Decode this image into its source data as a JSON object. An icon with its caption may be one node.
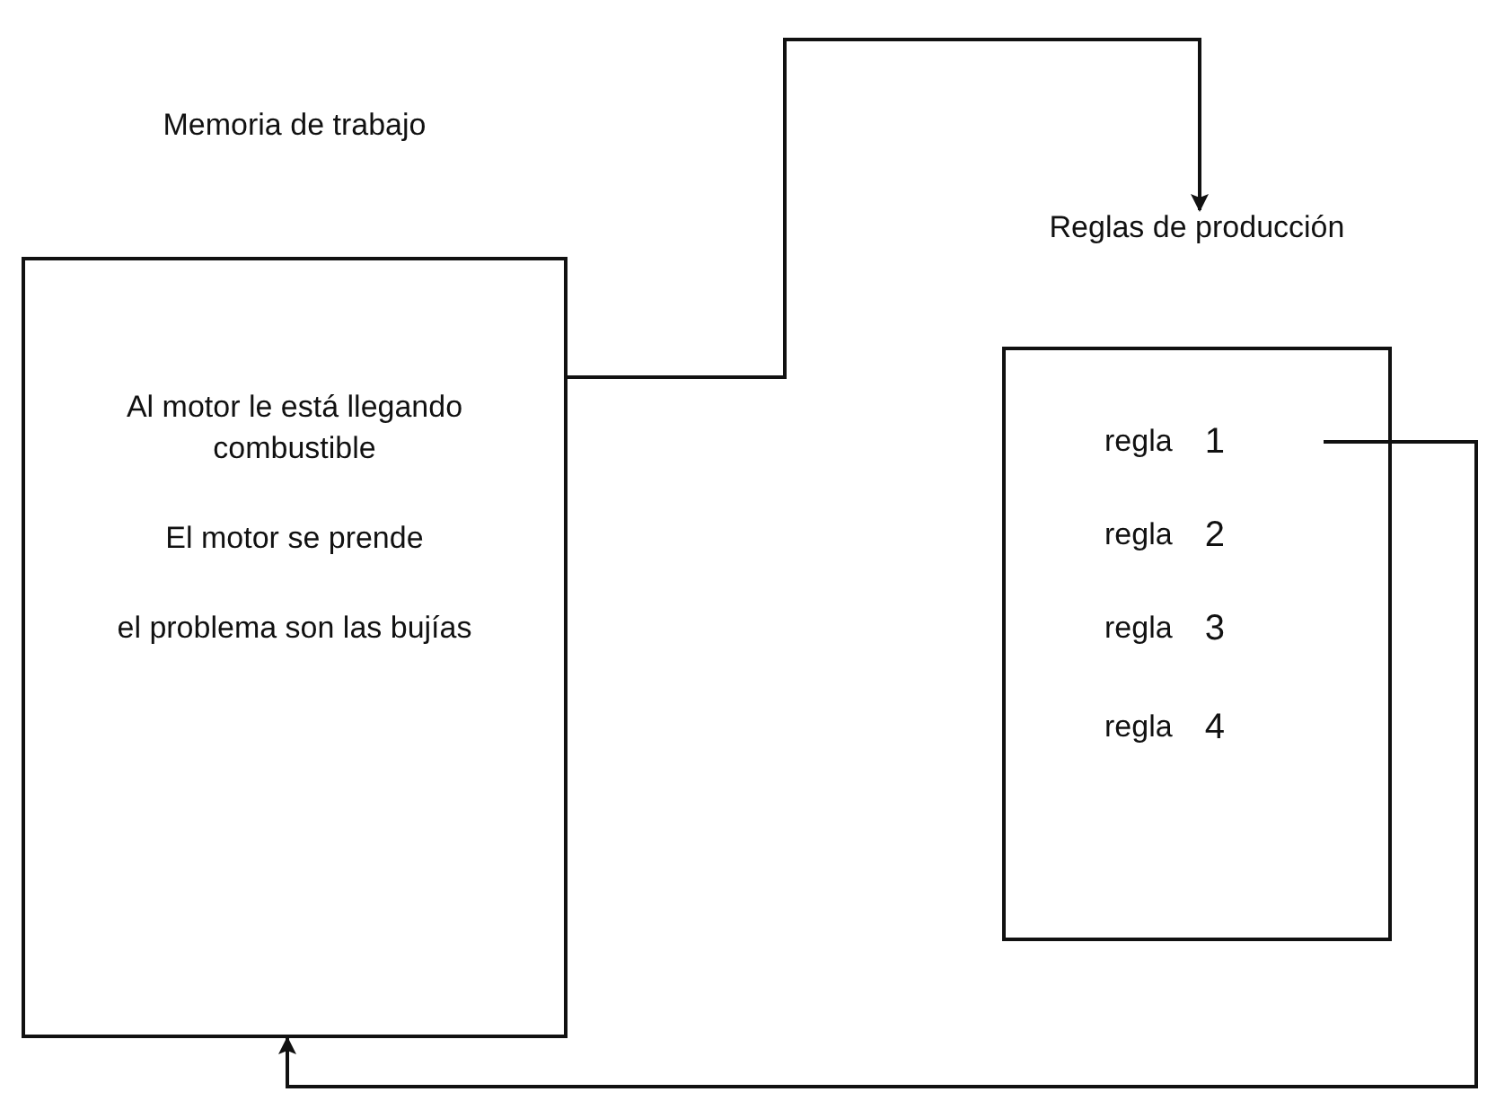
{
  "diagram": {
    "nodes": [
      {
        "text": [
          "Memoria de trabajo",
          "Al motor le está llegando combustible",
          "El motor se prende",
          "el problema son las bujías"
        ]
      },
      {
        "text": [
          "Reglas de producción"
        ]
      },
      {
        "text": [
          "regla",
          "1"
        ],
        "in": 1
      },
      {
        "text": [
          "regla",
          "2"
        ],
        "in": 1
      },
      {
        "text": [
          "regla",
          "3"
        ],
        "in": 1
      },
      {
        "text": [
          "regla",
          "4"
        ],
        "in": 1
      }
    ],
    "edges": [
      {
        "from": 0,
        "to": 1,
        "arrow": "to"
      },
      {
        "from": 2,
        "to": 0,
        "arrow": "to"
      }
    ]
  }
}
